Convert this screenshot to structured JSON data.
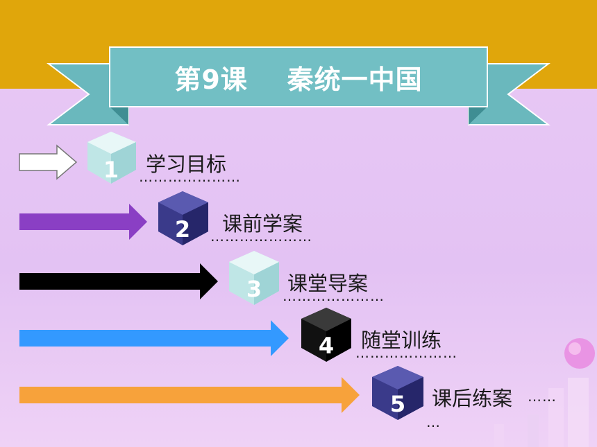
{
  "title": "第9课    秦统一中国",
  "colors": {
    "top_band": "#e0a60b",
    "ribbon": "#72bfc4",
    "background": "#e6c6f4"
  },
  "menu": [
    {
      "number": "1",
      "label": "学习目标",
      "dots": "…………………",
      "arrow_color": "#ffffff",
      "cube": "light-cube"
    },
    {
      "number": "2",
      "label": "课前学案",
      "dots": "…………………",
      "arrow_color": "#8a3fc4",
      "cube": "dark-cube"
    },
    {
      "number": "3",
      "label": "课堂导案",
      "dots": "…………………",
      "arrow_color": "#000000",
      "cube": "light-cube"
    },
    {
      "number": "4",
      "label": "随堂训练",
      "dots": "…………………",
      "arrow_color": "#3399ff",
      "cube": "black-cube"
    },
    {
      "number": "5",
      "label": "课后练案",
      "dots": "……",
      "dots2": "…",
      "arrow_color": "#f7a23b",
      "cube": "dark-cube"
    }
  ]
}
